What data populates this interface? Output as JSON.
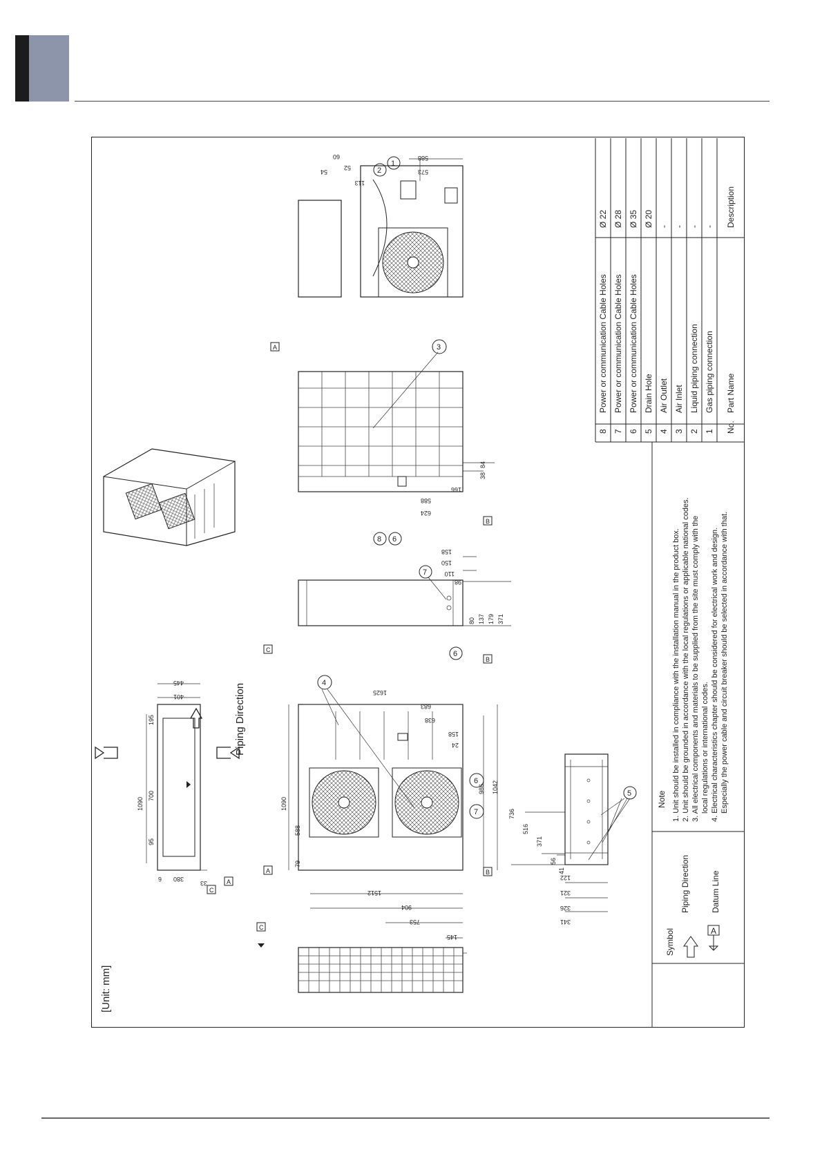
{
  "header": {
    "tab_color_dark": "#1c1c1c",
    "tab_color_light": "#8d95aa"
  },
  "drawing": {
    "unit_label": "[Unit: mm]",
    "piping_direction_label": "Piping Direction",
    "datum_letters": [
      "A",
      "B",
      "C"
    ],
    "callouts": [
      "1",
      "2",
      "3",
      "4",
      "5",
      "6",
      "7",
      "8"
    ],
    "dimensions": {
      "top_view": [
        "1090",
        "195",
        "700",
        "95",
        "380",
        "6",
        "33",
        "445",
        "401"
      ],
      "front_view": [
        "1090",
        "588",
        "79",
        "986",
        "1042",
        "1625",
        "683",
        "638",
        "158",
        "24"
      ],
      "side_view": [
        "80",
        "137",
        "179",
        "371",
        "98",
        "110",
        "150",
        "158"
      ],
      "rear_view": [
        "624",
        "588",
        "166",
        "38",
        "84"
      ],
      "side_right": [
        "588",
        "573",
        "113",
        "52",
        "54",
        "60"
      ],
      "left_view": [
        "1512",
        "904",
        "753",
        "145"
      ],
      "base_view": [
        "736",
        "516",
        "371",
        "56",
        "41",
        "122",
        "321",
        "326",
        "341"
      ]
    }
  },
  "symbols": {
    "title": "Symbol",
    "items": [
      {
        "symbol": "arrow",
        "label": "Piping Direction"
      },
      {
        "symbol": "A",
        "label": "Datum Line"
      }
    ]
  },
  "notes": {
    "title": "Note",
    "items": [
      "1. Unit should be installed in compliance with the installation manual in the product box.",
      "2. Unit should be grounded in accordance with the local regulations or applicable national codes.",
      "3. All electrical components and materials to be supplied from the site must comply with the",
      "local regulations or international codes.",
      "4. Electrical characteristics chapter should be considered for electrical work and design.",
      "Especially the power cable and circuit breaker should be selected in accordance with that."
    ]
  },
  "parts_table": {
    "headers": {
      "no": "No.",
      "part_name": "Part Name",
      "description": "Description"
    },
    "rows": [
      {
        "no": "8",
        "name": "Power or communication Cable Holes",
        "desc": "Ø 22"
      },
      {
        "no": "7",
        "name": "Power or communication Cable Holes",
        "desc": "Ø 28"
      },
      {
        "no": "6",
        "name": "Power or communication Cable Holes",
        "desc": "Ø 35"
      },
      {
        "no": "5",
        "name": "Drain Hole",
        "desc": "Ø 20"
      },
      {
        "no": "4",
        "name": "Air Outlet",
        "desc": "-"
      },
      {
        "no": "3",
        "name": "Air Inlet",
        "desc": "-"
      },
      {
        "no": "2",
        "name": "Liquid piping connection",
        "desc": "-"
      },
      {
        "no": "1",
        "name": "Gas piping connection",
        "desc": "-"
      }
    ]
  }
}
